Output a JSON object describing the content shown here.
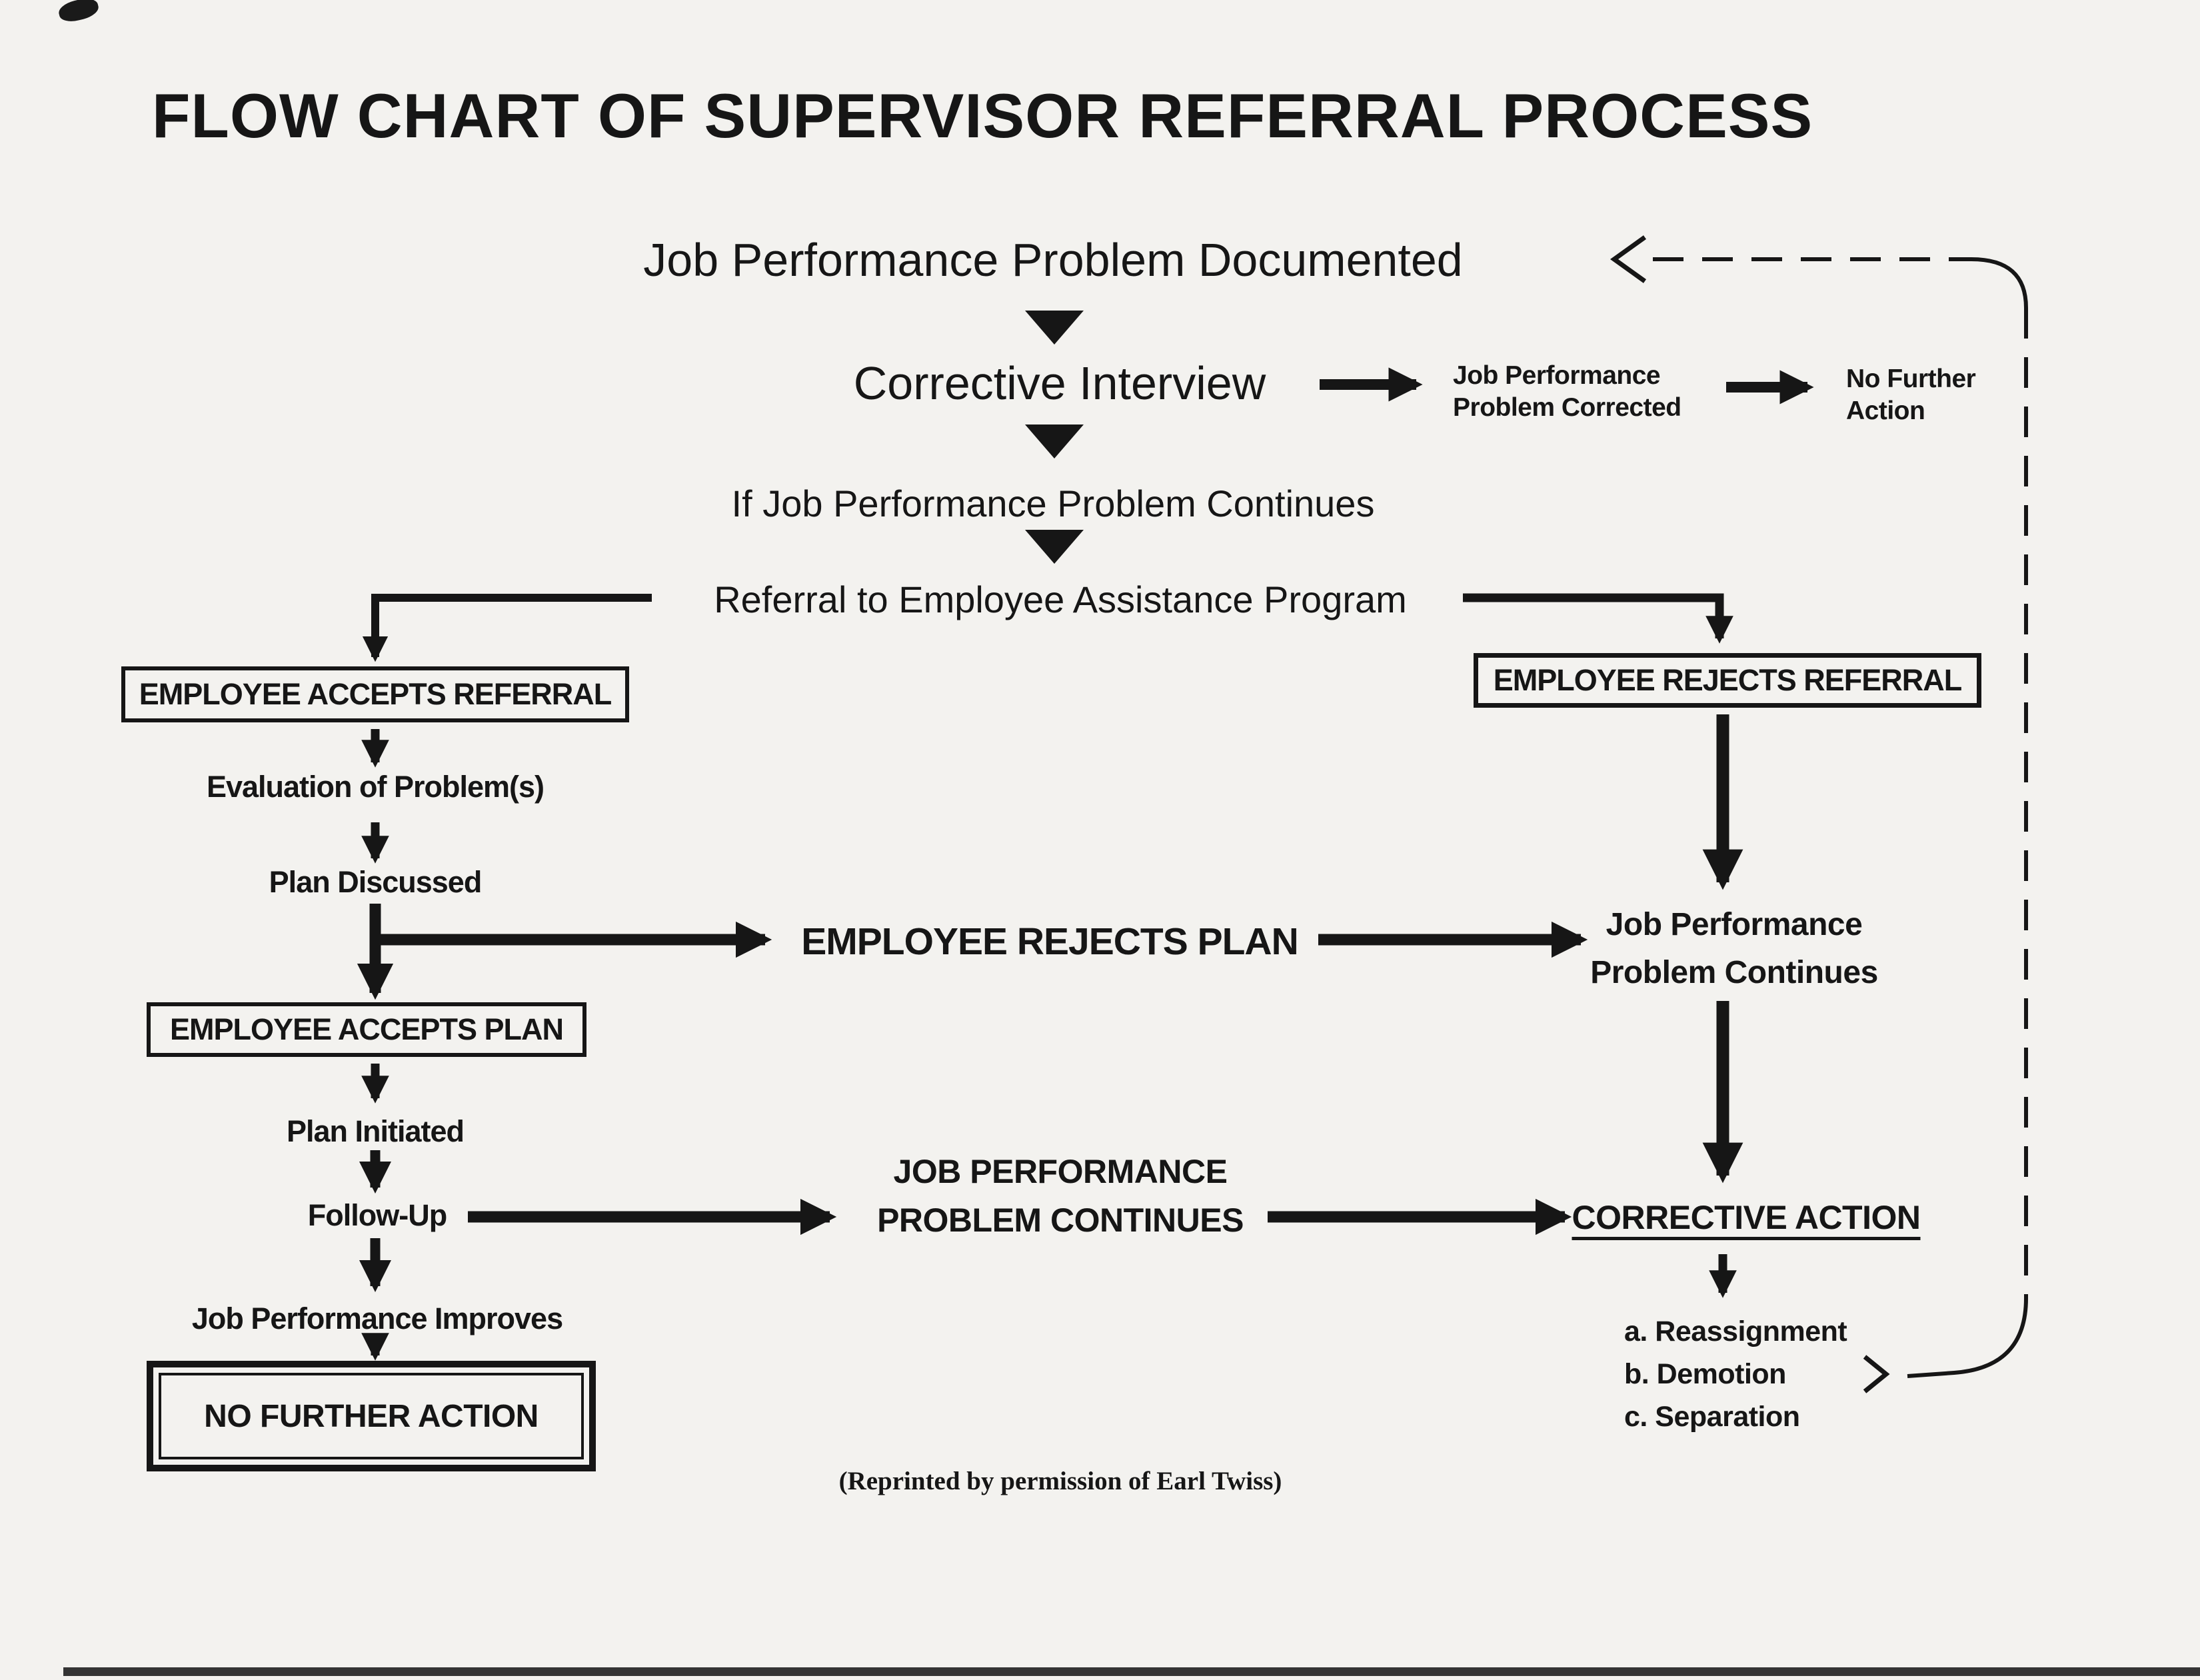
{
  "page": {
    "title": "FLOW CHART OF SUPERVISOR REFERRAL PROCESS",
    "credit": "(Reprinted by permission of Earl Twiss)"
  },
  "colors": {
    "ink": "#161616",
    "paper": "#f3f2ef"
  },
  "flow": {
    "documented": "Job Performance Problem Documented",
    "corrective_interview": "Corrective Interview",
    "problem_corrected_line1": "Job Performance",
    "problem_corrected_line2": "Problem Corrected",
    "no_further_action_line1": "No Further",
    "no_further_action_line2": "Action",
    "if_continues": "If Job Performance Problem Continues",
    "referral": "Referral to Employee Assistance Program"
  },
  "accept_branch": {
    "accepts_referral": "EMPLOYEE ACCEPTS REFERRAL",
    "evaluation": "Evaluation of Problem(s)",
    "plan_discussed": "Plan Discussed",
    "accepts_plan": "EMPLOYEE ACCEPTS PLAN",
    "plan_initiated": "Plan Initiated",
    "follow_up": "Follow-Up",
    "improves": "Job Performance Improves",
    "no_further_action": "NO FURTHER ACTION"
  },
  "reject_branch": {
    "rejects_referral": "EMPLOYEE REJECTS REFERRAL",
    "rejects_plan": "EMPLOYEE REJECTS PLAN",
    "problem_continues_line1": "Job Performance",
    "problem_continues_line2": "Problem Continues",
    "problem_continues_mid_line1": "JOB PERFORMANCE",
    "problem_continues_mid_line2": "PROBLEM CONTINUES",
    "corrective_action": "CORRECTIVE ACTION",
    "actions": [
      "a. Reassignment",
      "b. Demotion",
      "c. Separation"
    ]
  }
}
